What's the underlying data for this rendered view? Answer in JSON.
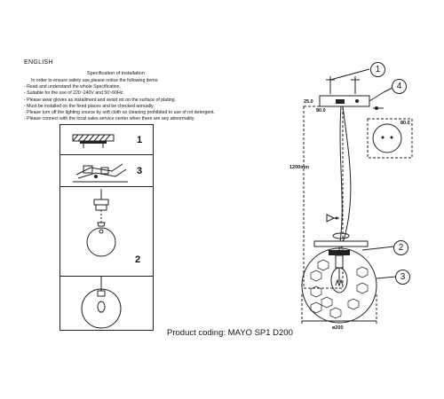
{
  "header": {
    "language": "ENGLISH"
  },
  "spec": {
    "title": "Specification of installation",
    "items": [
      "In order to ensure safety use,please notice the following items:",
      "- Read and understand the whole Specification.",
      "- Suitable for the use of 220~240V and 50~60Hz.",
      "- Please wear gloves as installment and avoid rot on the surface of plating.",
      "- Must be installed on the fixed places and be checked annually.",
      "- Please turn off the lighting source by soft cloth oo cleaning prohibited to use of rot detergent.",
      "- Please connect with the local sales service center when there are any abnormality."
    ]
  },
  "steps": {
    "labels": [
      "1",
      "3",
      "2"
    ]
  },
  "product": {
    "coding": "Product coding: MAYO SP1 D200"
  },
  "diagram": {
    "callouts": [
      "1",
      "4",
      "2",
      "3"
    ],
    "dims": {
      "canopy_height": "25.0",
      "canopy_width": "80.0",
      "canopy_plate": "80.0",
      "cable_length": "1200mm",
      "shade_diameter": "ø200"
    }
  }
}
